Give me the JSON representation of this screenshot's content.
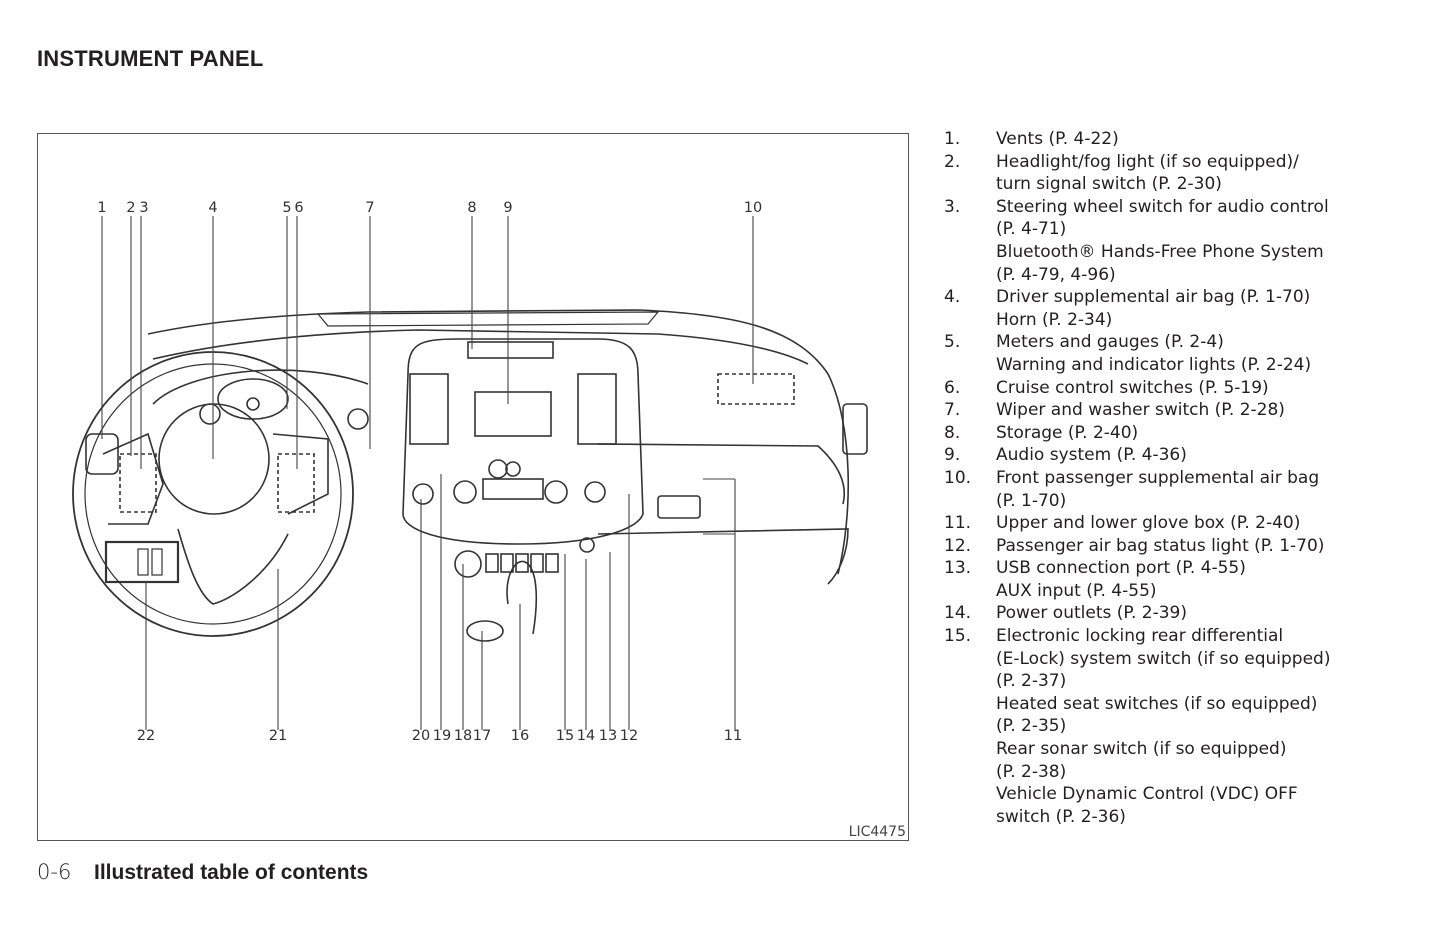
{
  "page": {
    "title": "INSTRUMENT PANEL",
    "footer_page": "0-6",
    "footer_section": "Illustrated table of contents"
  },
  "figure": {
    "code": "LIC4475",
    "callouts_top": [
      "1",
      "2",
      "3",
      "4",
      "5",
      "6",
      "7",
      "8",
      "9",
      "10"
    ],
    "callouts_bottom": [
      "22",
      "21",
      "20",
      "19",
      "18",
      "17",
      "16",
      "15",
      "14",
      "13",
      "12",
      "11"
    ]
  },
  "legend": [
    {
      "num": "1.",
      "lines": [
        "Vents (P. 4-22)"
      ]
    },
    {
      "num": "2.",
      "lines": [
        "Headlight/fog light (if so equipped)/",
        "turn signal switch (P. 2-30)"
      ]
    },
    {
      "num": "3.",
      "lines": [
        "Steering wheel switch for audio control",
        "(P. 4-71)",
        "Bluetooth® Hands-Free Phone System",
        "(P. 4-79, 4-96)"
      ]
    },
    {
      "num": "4.",
      "lines": [
        "Driver supplemental air bag (P. 1-70)",
        "Horn (P. 2-34)"
      ]
    },
    {
      "num": "5.",
      "lines": [
        "Meters and gauges (P. 2-4)",
        "Warning and indicator lights (P. 2-24)"
      ]
    },
    {
      "num": "6.",
      "lines": [
        "Cruise control switches (P. 5-19)"
      ]
    },
    {
      "num": "7.",
      "lines": [
        "Wiper and washer switch (P. 2-28)"
      ]
    },
    {
      "num": "8.",
      "lines": [
        "Storage (P. 2-40)"
      ]
    },
    {
      "num": "9.",
      "lines": [
        "Audio system (P. 4-36)"
      ]
    },
    {
      "num": "10.",
      "lines": [
        "Front passenger supplemental air bag",
        "(P. 1-70)"
      ]
    },
    {
      "num": "11.",
      "lines": [
        "Upper and lower glove box (P. 2-40)"
      ]
    },
    {
      "num": "12.",
      "lines": [
        "Passenger air bag status light (P. 1-70)"
      ]
    },
    {
      "num": "13.",
      "lines": [
        "USB connection port (P. 4-55)",
        "AUX input (P. 4-55)"
      ]
    },
    {
      "num": "14.",
      "lines": [
        "Power outlets (P. 2-39)"
      ]
    },
    {
      "num": "15.",
      "lines": [
        "Electronic locking rear differential",
        "(E-Lock) system switch (if so equipped)",
        "(P. 2-37)",
        "Heated seat switches (if so equipped)",
        "(P. 2-35)",
        "Rear sonar switch (if so equipped)",
        "(P. 2-38)",
        "Vehicle Dynamic Control (VDC) OFF",
        "switch (P. 2-36)"
      ]
    }
  ]
}
